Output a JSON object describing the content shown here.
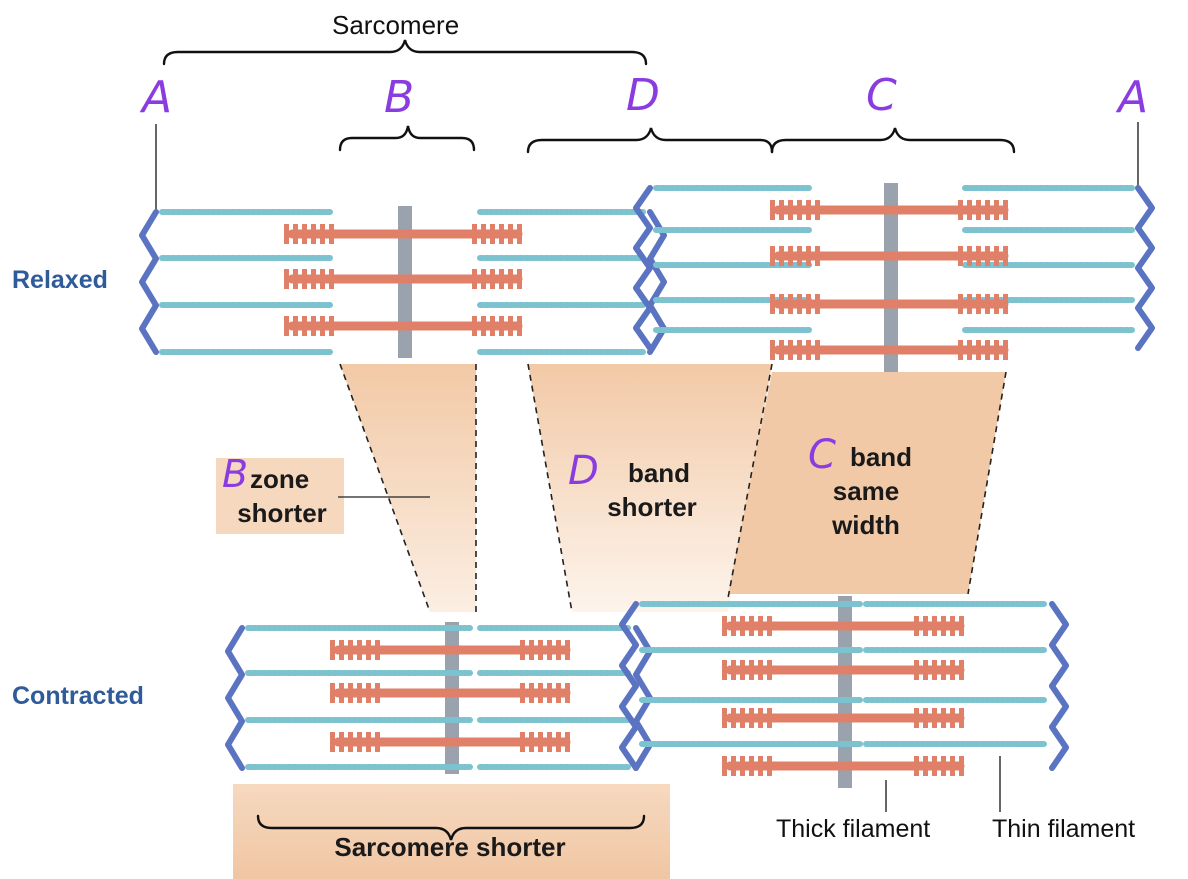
{
  "colors": {
    "z_disc": "#5b74c2",
    "thin": "#7cc3cf",
    "thick": "#e08068",
    "m_line": "#9aa3ad",
    "band_fill": "#f2c9a6",
    "handwriting": "#8a3ce0",
    "side_label": "#2f5b9a"
  },
  "labels": {
    "sarcomere": "Sarcomere",
    "relaxed": "Relaxed",
    "contracted": "Contracted",
    "b_zone_1": "zone",
    "b_zone_2": "shorter",
    "d_band_1": "band",
    "d_band_2": "shorter",
    "c_band_1": "band",
    "c_band_2": "same",
    "c_band_3": "width",
    "sarcomere_shorter": "Sarcomere shorter",
    "thick_filament": "Thick filament",
    "thin_filament": "Thin filament"
  },
  "handwritten": {
    "a_left": "A",
    "b_top": "B",
    "d_top": "D",
    "c_top": "C",
    "a_right": "A",
    "b_zone": "B",
    "d_band": "D",
    "c_band": "C"
  }
}
